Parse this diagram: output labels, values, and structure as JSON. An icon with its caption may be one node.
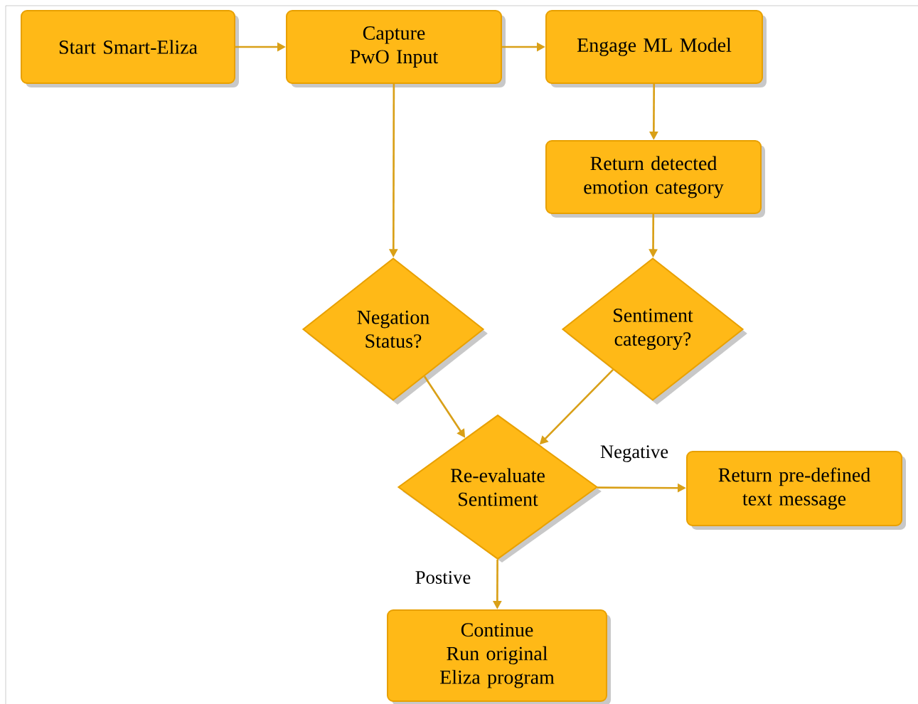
{
  "diagram": {
    "nodes": [
      {
        "text": [
          "Start Smart-Eliza"
        ]
      },
      {
        "text": [
          "Capture PwO Input"
        ]
      },
      {
        "text": [
          "Engage ML Model"
        ]
      },
      {
        "text": [
          "Return detected emotion category"
        ]
      },
      {
        "text": [
          "Negation Status?"
        ]
      },
      {
        "text": [
          "Sentiment category?"
        ]
      },
      {
        "text": [
          "Re-evaluate Sentiment"
        ]
      },
      {
        "text": [
          "Return pre-defined text message"
        ]
      },
      {
        "text": [
          "Continue Run original Eliza program"
        ]
      }
    ],
    "edges": [
      {
        "from": 0,
        "to": 1,
        "arrow": "to"
      },
      {
        "from": 1,
        "to": 2,
        "arrow": "to"
      },
      {
        "from": 2,
        "to": 3,
        "arrow": "to"
      },
      {
        "from": 1,
        "to": 4,
        "arrow": "to"
      },
      {
        "from": 3,
        "to": 5,
        "arrow": "to"
      },
      {
        "from": 4,
        "to": 6,
        "arrow": "to"
      },
      {
        "from": 5,
        "to": 6,
        "arrow": "to"
      },
      {
        "from": 6,
        "to": 7,
        "arrow": "to",
        "label": "Negative"
      },
      {
        "from": 6,
        "to": 8,
        "arrow": "to",
        "label": "Postive"
      }
    ]
  }
}
